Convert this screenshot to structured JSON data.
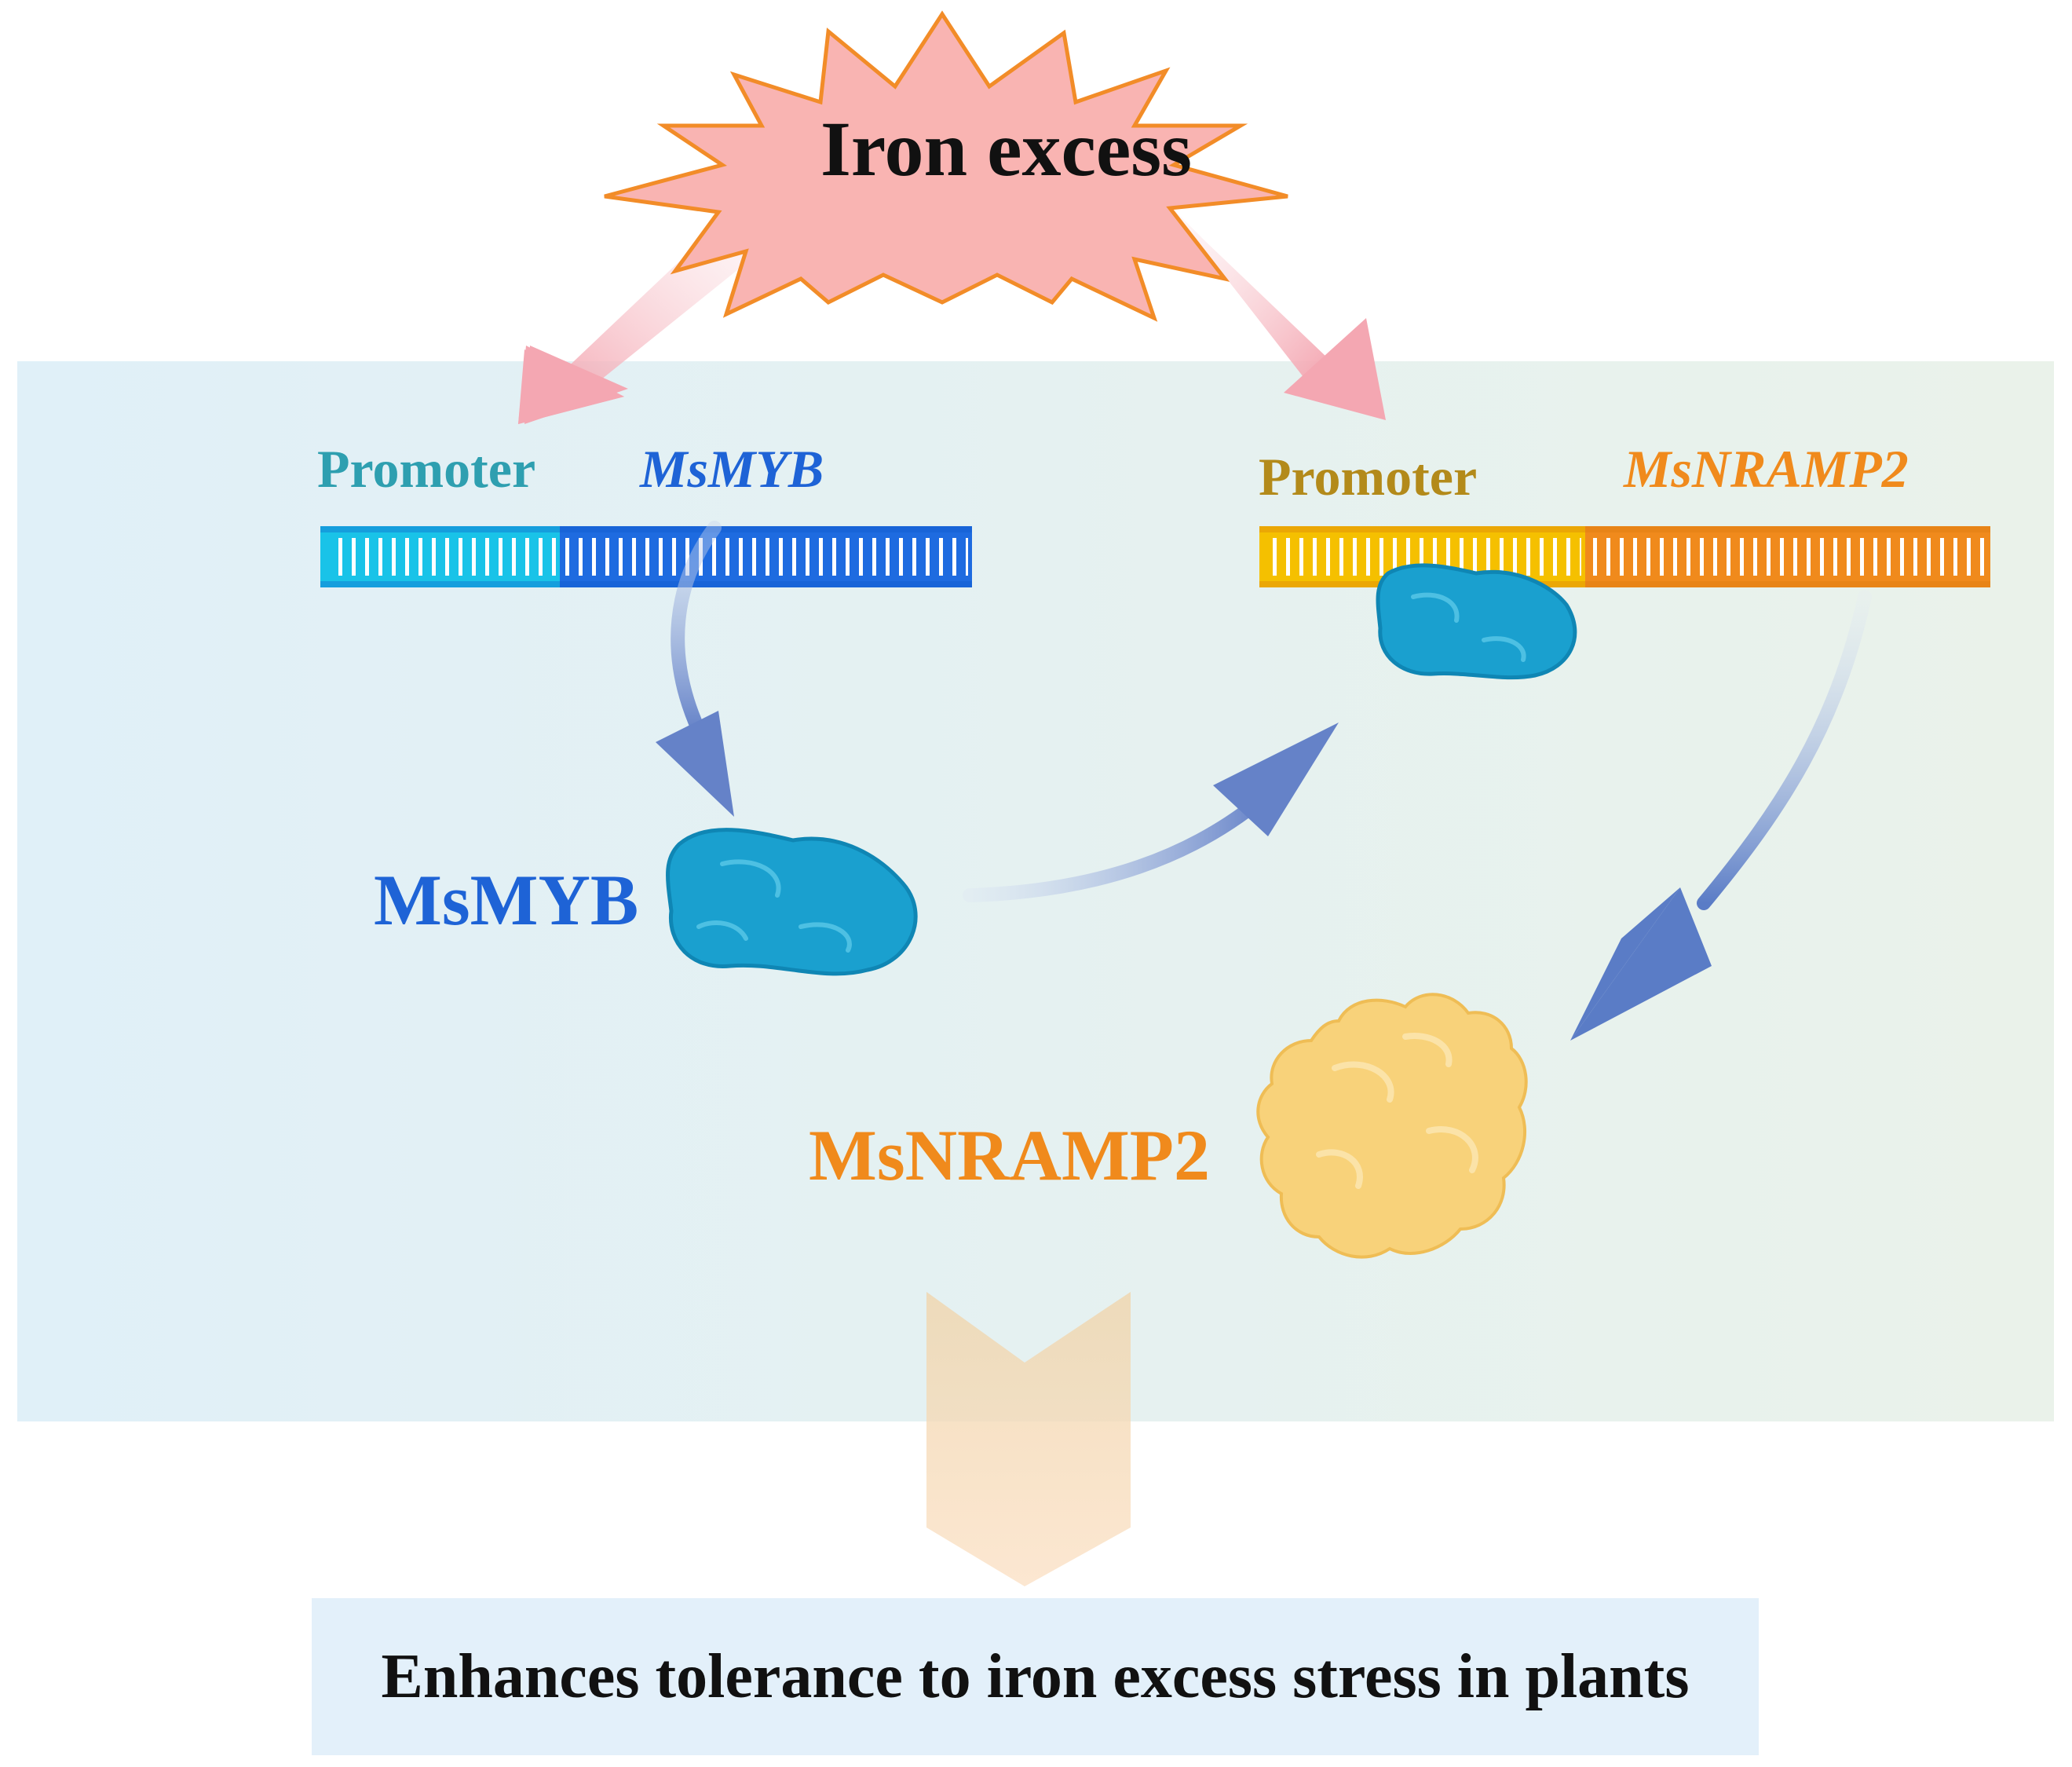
{
  "title": "Iron excess",
  "gene_left": {
    "promoter_label": "Promoter",
    "gene_label": "MsMYB"
  },
  "gene_right": {
    "promoter_label": "Promoter",
    "gene_label": "MsNRAMP2"
  },
  "protein_left_label": "MsMYB",
  "protein_right_label": "MsNRAMP2",
  "outcome": "Enhances tolerance to iron excess stress in plants",
  "colors": {
    "starburst_fill": "#f9b4b2",
    "starburst_stroke": "#f28c28",
    "cell_region": "#e6f2f5",
    "promoter_left": "#19c3e8",
    "gene_left": "#1e6be0",
    "promoter_right": "#f5c000",
    "gene_right": "#f08a1c",
    "protein_myb": "#1aa0cf",
    "protein_nramp": "#f8d27a",
    "arrow": "#6e8fcf",
    "stress_arrow": "#f6b6bc",
    "outcome_box": "#e3f0fa"
  }
}
